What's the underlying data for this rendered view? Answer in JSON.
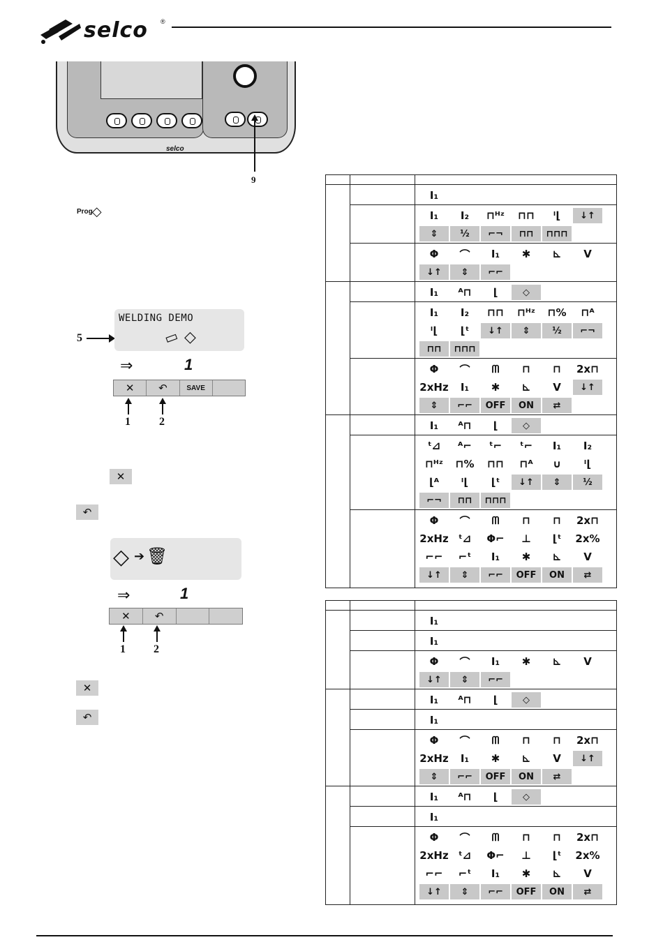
{
  "header": {
    "brand": "selco",
    "registered": "®"
  },
  "panel": {
    "callout": "9",
    "logo": "selco"
  },
  "prog_icon": {
    "label": "Prog",
    "glyph": "◇"
  },
  "screen1": {
    "callout": "5",
    "text": "WELDING DEMO",
    "chip_glyph": "▭",
    "diamond_glyph": "◇",
    "status_icon": "⇒",
    "status_value": "1",
    "softkeys": [
      "✕",
      "↶",
      "SAVE",
      ""
    ],
    "labels": [
      "1",
      "2"
    ]
  },
  "key_icons": {
    "cancel": "✕",
    "back": "↶"
  },
  "screen2": {
    "diamond_glyph": "◇",
    "arrow_glyph": "➔",
    "bin_glyph": "🗑",
    "status_icon": "⇒",
    "status_value": "1",
    "softkeys": [
      "✕",
      "↶",
      "",
      ""
    ],
    "labels": [
      "1",
      "2"
    ]
  },
  "table1": {
    "rows": [
      {
        "symbols": [
          [
            "I₁",
            0
          ]
        ]
      },
      {
        "symbols": [
          [
            "I₁",
            0
          ],
          [
            "I₂",
            0
          ],
          [
            "⊓ᴴᶻ",
            0
          ],
          [
            "⊓⊓",
            0
          ],
          [
            "ˡ⌊",
            0
          ],
          [
            "↓↑",
            1
          ],
          [
            "⇕",
            1
          ],
          [
            "½",
            1
          ],
          [
            "⌐¬",
            1
          ],
          [
            "⊓⊓",
            1
          ],
          [
            "⊓⊓⊓",
            1
          ]
        ]
      },
      {
        "symbols": [
          [
            "Φ",
            0
          ],
          [
            "⌒",
            0
          ],
          [
            "I₁",
            0
          ],
          [
            "✱",
            0
          ],
          [
            "⊾",
            0
          ],
          [
            "V",
            0
          ],
          [
            "↓↑",
            1
          ],
          [
            "⇕",
            1
          ],
          [
            "⌐⌐",
            1
          ]
        ]
      },
      {
        "symbols": [
          [
            "I₁",
            0
          ],
          [
            "ᴬ⊓",
            0
          ],
          [
            "⌊",
            0
          ],
          [
            "◇",
            1
          ]
        ]
      },
      {
        "symbols": [
          [
            "I₁",
            0
          ],
          [
            "I₂",
            0
          ],
          [
            "⊓⊓",
            0
          ],
          [
            "⊓ᴴᶻ",
            0
          ],
          [
            "⊓%",
            0
          ],
          [
            "⊓ᴬ",
            0
          ],
          [
            "ˡ⌊",
            0
          ],
          [
            "⌊ᵗ",
            0
          ],
          [
            "↓↑",
            1
          ],
          [
            "⇕",
            1
          ],
          [
            "½",
            1
          ],
          [
            "⌐¬",
            1
          ],
          [
            "⊓⊓",
            1
          ],
          [
            "⊓⊓⊓",
            1
          ]
        ]
      },
      {
        "symbols": [
          [
            "Φ",
            0
          ],
          [
            "⌒",
            0
          ],
          [
            "ᗰ",
            0
          ],
          [
            "⊓",
            0
          ],
          [
            "⊓",
            0
          ],
          [
            "2x⊓",
            0
          ],
          [
            "2xHz",
            0
          ],
          [
            "I₁",
            0
          ],
          [
            "✱",
            0
          ],
          [
            "⊾",
            0
          ],
          [
            "V",
            0
          ],
          [
            "↓↑",
            1
          ],
          [
            "⇕",
            1
          ],
          [
            "⌐⌐",
            1
          ],
          [
            "OFF",
            1
          ],
          [
            "ON",
            1
          ],
          [
            "⇄",
            1
          ]
        ]
      },
      {
        "symbols": [
          [
            "I₁",
            0
          ],
          [
            "ᴬ⊓",
            0
          ],
          [
            "⌊",
            0
          ],
          [
            "◇",
            1
          ]
        ]
      },
      {
        "symbols": [
          [
            "ᵗ⊿",
            0
          ],
          [
            "ᴬ⌐",
            0
          ],
          [
            "ᵗ⌐",
            0
          ],
          [
            "ᵗ⌐",
            0
          ],
          [
            "I₁",
            0
          ],
          [
            "I₂",
            0
          ],
          [
            "⊓ᴴᶻ",
            0
          ],
          [
            "⊓%",
            0
          ],
          [
            "⊓⊓",
            0
          ],
          [
            "⊓ᴬ",
            0
          ],
          [
            "∪",
            0
          ],
          [
            "ˡ⌊",
            0
          ],
          [
            "⌊ᴬ",
            0
          ],
          [
            "ˡ⌊",
            0
          ],
          [
            "⌊ᵗ",
            0
          ],
          [
            "↓↑",
            1
          ],
          [
            "⇕",
            1
          ],
          [
            "½",
            1
          ],
          [
            "⌐¬",
            1
          ],
          [
            "⊓⊓",
            1
          ],
          [
            "⊓⊓⊓",
            1
          ]
        ]
      },
      {
        "symbols": [
          [
            "Φ",
            0
          ],
          [
            "⌒",
            0
          ],
          [
            "ᗰ",
            0
          ],
          [
            "⊓",
            0
          ],
          [
            "⊓",
            0
          ],
          [
            "2x⊓",
            0
          ],
          [
            "2xHz",
            0
          ],
          [
            "ᵗ⊿",
            0
          ],
          [
            "Φ⌐",
            0
          ],
          [
            "⊥",
            0
          ],
          [
            "⌊ᵗ",
            0
          ],
          [
            "2x%",
            0
          ],
          [
            "⌐⌐",
            0
          ],
          [
            "⌐ᵗ",
            0
          ],
          [
            "I₁",
            0
          ],
          [
            "✱",
            0
          ],
          [
            "⊾",
            0
          ],
          [
            "V",
            0
          ],
          [
            "↓↑",
            1
          ],
          [
            "⇕",
            1
          ],
          [
            "⌐⌐",
            1
          ],
          [
            "OFF",
            1
          ],
          [
            "ON",
            1
          ],
          [
            "⇄",
            1
          ]
        ]
      }
    ]
  },
  "table2": {
    "rows": [
      {
        "symbols": [
          [
            "I₁",
            0
          ]
        ]
      },
      {
        "symbols": [
          [
            "I₁",
            0
          ]
        ]
      },
      {
        "symbols": [
          [
            "Φ",
            0
          ],
          [
            "⌒",
            0
          ],
          [
            "I₁",
            0
          ],
          [
            "✱",
            0
          ],
          [
            "⊾",
            0
          ],
          [
            "V",
            0
          ],
          [
            "↓↑",
            1
          ],
          [
            "⇕",
            1
          ],
          [
            "⌐⌐",
            1
          ]
        ]
      },
      {
        "symbols": [
          [
            "I₁",
            0
          ],
          [
            "ᴬ⊓",
            0
          ],
          [
            "⌊",
            0
          ],
          [
            "◇",
            1
          ]
        ]
      },
      {
        "symbols": [
          [
            "I₁",
            0
          ]
        ]
      },
      {
        "symbols": [
          [
            "Φ",
            0
          ],
          [
            "⌒",
            0
          ],
          [
            "ᗰ",
            0
          ],
          [
            "⊓",
            0
          ],
          [
            "⊓",
            0
          ],
          [
            "2x⊓",
            0
          ],
          [
            "2xHz",
            0
          ],
          [
            "I₁",
            0
          ],
          [
            "✱",
            0
          ],
          [
            "⊾",
            0
          ],
          [
            "V",
            0
          ],
          [
            "↓↑",
            1
          ],
          [
            "⇕",
            1
          ],
          [
            "⌐⌐",
            1
          ],
          [
            "OFF",
            1
          ],
          [
            "ON",
            1
          ],
          [
            "⇄",
            1
          ]
        ]
      },
      {
        "symbols": [
          [
            "I₁",
            0
          ],
          [
            "ᴬ⊓",
            0
          ],
          [
            "⌊",
            0
          ],
          [
            "◇",
            1
          ]
        ]
      },
      {
        "symbols": [
          [
            "I₁",
            0
          ]
        ]
      },
      {
        "symbols": [
          [
            "Φ",
            0
          ],
          [
            "⌒",
            0
          ],
          [
            "ᗰ",
            0
          ],
          [
            "⊓",
            0
          ],
          [
            "⊓",
            0
          ],
          [
            "2x⊓",
            0
          ],
          [
            "2xHz",
            0
          ],
          [
            "ᵗ⊿",
            0
          ],
          [
            "Φ⌐",
            0
          ],
          [
            "⊥",
            0
          ],
          [
            "⌊ᵗ",
            0
          ],
          [
            "2x%",
            0
          ],
          [
            "⌐⌐",
            0
          ],
          [
            "⌐ᵗ",
            0
          ],
          [
            "I₁",
            0
          ],
          [
            "✱",
            0
          ],
          [
            "⊾",
            0
          ],
          [
            "V",
            0
          ],
          [
            "↓↑",
            1
          ],
          [
            "⇕",
            1
          ],
          [
            "⌐⌐",
            1
          ],
          [
            "OFF",
            1
          ],
          [
            "ON",
            1
          ],
          [
            "⇄",
            1
          ]
        ]
      }
    ]
  }
}
